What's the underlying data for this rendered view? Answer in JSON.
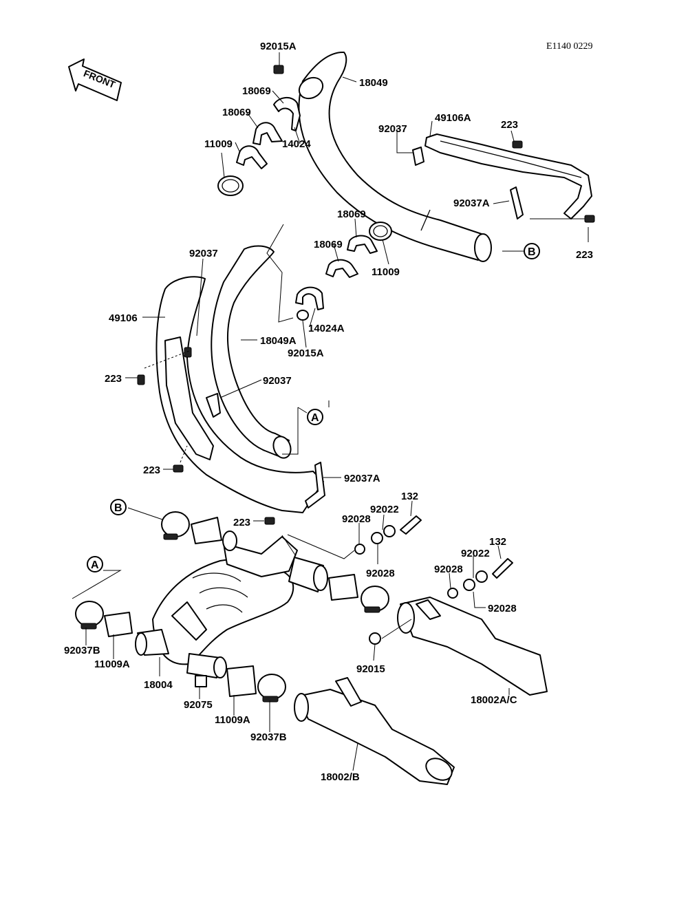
{
  "diagram_code": "E1140 0229",
  "front_label": "FRONT",
  "refs": {
    "a": "A",
    "b": "B"
  },
  "parts": {
    "p92015A_top": "92015A",
    "p18069_a": "18069",
    "p18069_b": "18069",
    "p11009_a": "11009",
    "p14024": "14024",
    "p18049": "18049",
    "p92037_top": "92037",
    "p49106A": "49106A",
    "p223_a": "223",
    "p92037A_top": "92037A",
    "p223_b": "223",
    "p18069_c": "18069",
    "p18069_d": "18069",
    "p11009_b": "11009",
    "p14024A": "14024A",
    "p92015A_mid": "92015A",
    "p92037_mid": "92037",
    "p49106": "49106",
    "p18049A": "18049A",
    "p223_c": "223",
    "p92037_low": "92037",
    "p223_d": "223",
    "p92037A_low": "92037A",
    "p223_e": "223",
    "p92028_a": "92028",
    "p92022_a": "92022",
    "p132_a": "132",
    "p92028_b": "92028",
    "p132_b": "132",
    "p92022_b": "92022",
    "p92028_c": "92028",
    "p92028_d": "92028",
    "p92037B_a": "92037B",
    "p11009A_a": "11009A",
    "p18004": "18004",
    "p92075": "92075",
    "p11009A_b": "11009A",
    "p92037B_b": "92037B",
    "p92015": "92015",
    "p18002AC": "18002A/C",
    "p18002B": "18002/B"
  }
}
